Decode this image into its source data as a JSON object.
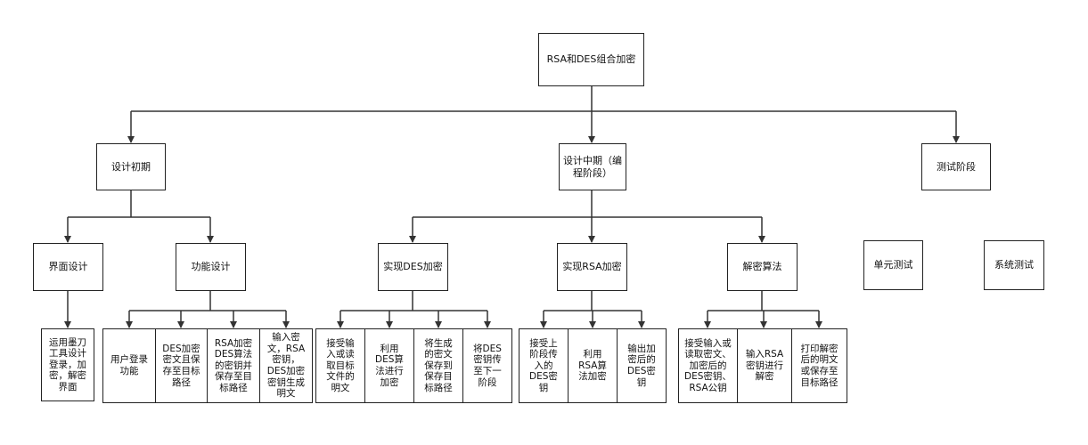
{
  "root": "RSA和DES组合加密",
  "phases": {
    "design_early": "设计初期",
    "design_mid": "设计中期（编\n程阶段）",
    "test": "测试阶段"
  },
  "early": {
    "ui": "界面设计",
    "func": "功能设计",
    "ui_leaf": "运用墨刀\n工具设计\n登录，加\n密，解密\n界面",
    "func_leaves": [
      "用户登录\n功能",
      "DES加密\n密文且保\n存至目标\n路径",
      "RSA加密\nDES算法\n的密钥并\n保存至目\n标路径",
      "输入密\n文，RSA\n密钥，\nDES加密\n密钥生成\n明文"
    ]
  },
  "mid": {
    "des": "实现DES加密",
    "rsa": "实现RSA加密",
    "dec": "解密算法",
    "des_leaves": [
      "接受输\n入或读\n取目标\n文件的\n明文",
      "利用\nDES算\n法进行\n加密",
      "将生成\n的密文\n保存到\n保存目\n标路径",
      "将DES\n密钥传\n至下一\n阶段"
    ],
    "rsa_leaves": [
      "接受上\n阶段传\n入的\nDES密\n钥",
      "利用\nRSA算\n法加密",
      "输出加\n密后的\nDES密\n钥"
    ],
    "dec_leaves": [
      "接受输入或\n读取密文、\n加密后的\nDES密钥、\nRSA公钥",
      "输入RSA\n密钥进行\n解密",
      "打印解密\n后的明文\n或保存至\n目标路径"
    ]
  },
  "test": {
    "unit": "单元测试",
    "system": "系统测试"
  }
}
